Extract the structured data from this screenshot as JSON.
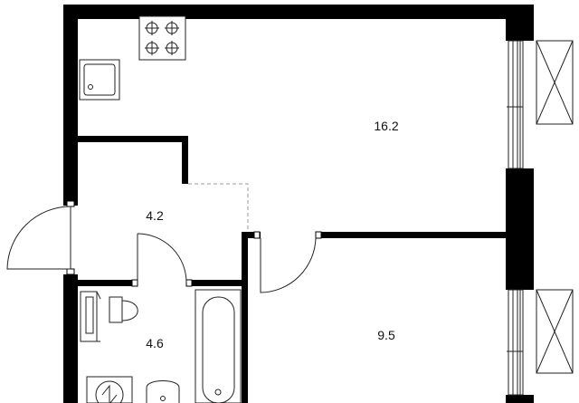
{
  "plan": {
    "rooms": [
      {
        "id": "main-room",
        "area": "16.2"
      },
      {
        "id": "hallway",
        "area": "4.2"
      },
      {
        "id": "bathroom",
        "area": "4.6"
      },
      {
        "id": "bedroom",
        "area": "9.5"
      }
    ]
  },
  "colors": {
    "wall": "#000000",
    "line": "#222222",
    "background": "#ffffff",
    "dashed": "#999999"
  }
}
